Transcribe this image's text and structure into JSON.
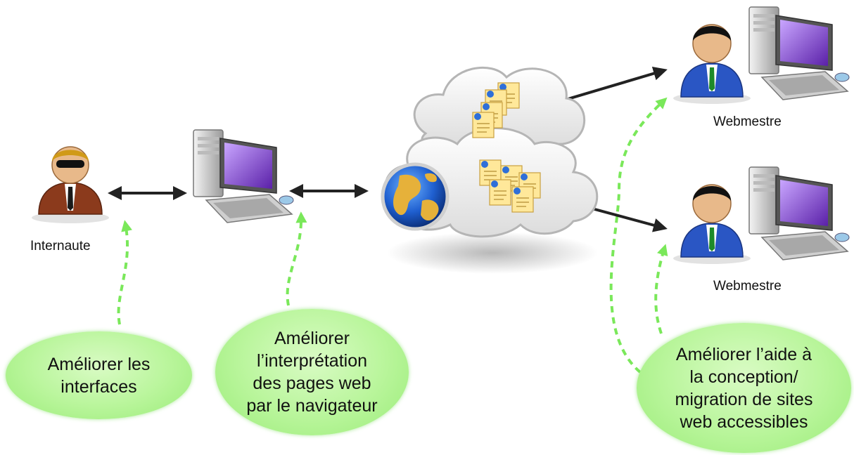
{
  "labels": {
    "internaute": "Internaute",
    "webmestre_top": "Webmestre",
    "webmestre_bottom": "Webmestre"
  },
  "bubbles": {
    "interfaces": [
      "Améliorer les",
      "interfaces"
    ],
    "navigateur": [
      "Améliorer",
      "l’interprétation",
      "des pages web",
      "par le navigateur"
    ],
    "conception": [
      "Améliorer l’aide à",
      "la conception/",
      "migration de sites",
      "web accessibles"
    ]
  },
  "colors": {
    "bubble_fill": "#b8f59a",
    "dashed_arrow": "#7ae85a",
    "solid_arrow": "#222222",
    "cloud": "#e8e8e8",
    "globe_ocean": "#1f5fd0",
    "monitor_screen": "#7b3fc0",
    "internaute_suit": "#8b3a1c",
    "webmestre_suit": "#2a56c4"
  },
  "icons": [
    "internaute-person-icon",
    "computer-icon",
    "cloud-icon",
    "globe-icon",
    "document-stack-icon",
    "webmestre-person-icon"
  ]
}
